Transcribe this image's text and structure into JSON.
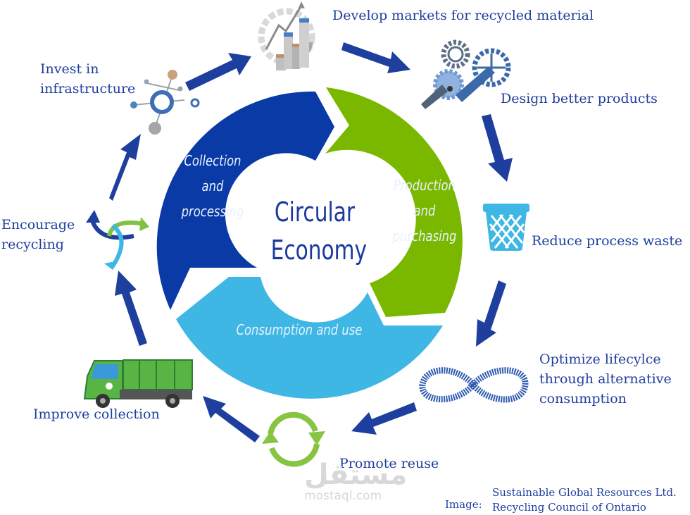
{
  "diagram": {
    "center": {
      "line1": "Circular",
      "line2": "Economy"
    },
    "segments": [
      {
        "id": "collection",
        "lines": [
          "Collection",
          "and",
          "processing"
        ],
        "color": "#0a3aa6"
      },
      {
        "id": "production",
        "lines": [
          "Production",
          "and",
          "purchasing"
        ],
        "color": "#7ab800"
      },
      {
        "id": "consumption",
        "lines": [
          "Consumption and use"
        ],
        "color": "#3eb7e4"
      }
    ],
    "steps": [
      {
        "id": "develop-markets",
        "icon": "bar-chart-growth-icon",
        "lines": [
          "Develop markets for recycled material"
        ]
      },
      {
        "id": "design-products",
        "icon": "gears-wrench-icon",
        "lines": [
          "Design better products"
        ]
      },
      {
        "id": "reduce-waste",
        "icon": "waste-basket-icon",
        "lines": [
          "Reduce process waste"
        ]
      },
      {
        "id": "optimize-lifecycle",
        "icon": "infinity-icon",
        "lines": [
          "Optimize lifecylce",
          "through alternative",
          "consumption"
        ]
      },
      {
        "id": "promote-reuse",
        "icon": "reuse-cycle-icon",
        "lines": [
          "Promote reuse"
        ]
      },
      {
        "id": "improve-collection",
        "icon": "garbage-truck-icon",
        "lines": [
          "Improve collection"
        ]
      },
      {
        "id": "encourage-recycling",
        "icon": "recycle-arrows-icon",
        "lines": [
          "Encourage",
          "recycling"
        ]
      },
      {
        "id": "invest-infrastructure",
        "icon": "network-hub-icon",
        "lines": [
          "Invest in",
          "infrastructure"
        ]
      }
    ],
    "arrow_color": "#1f3f9e"
  },
  "credit": {
    "prefix": "Image:",
    "lines": [
      "Sustainable Global Resources Ltd.",
      "Recycling Council of Ontario"
    ]
  },
  "watermark": {
    "arabic": "مستقل",
    "latin": "mostaql.com"
  }
}
